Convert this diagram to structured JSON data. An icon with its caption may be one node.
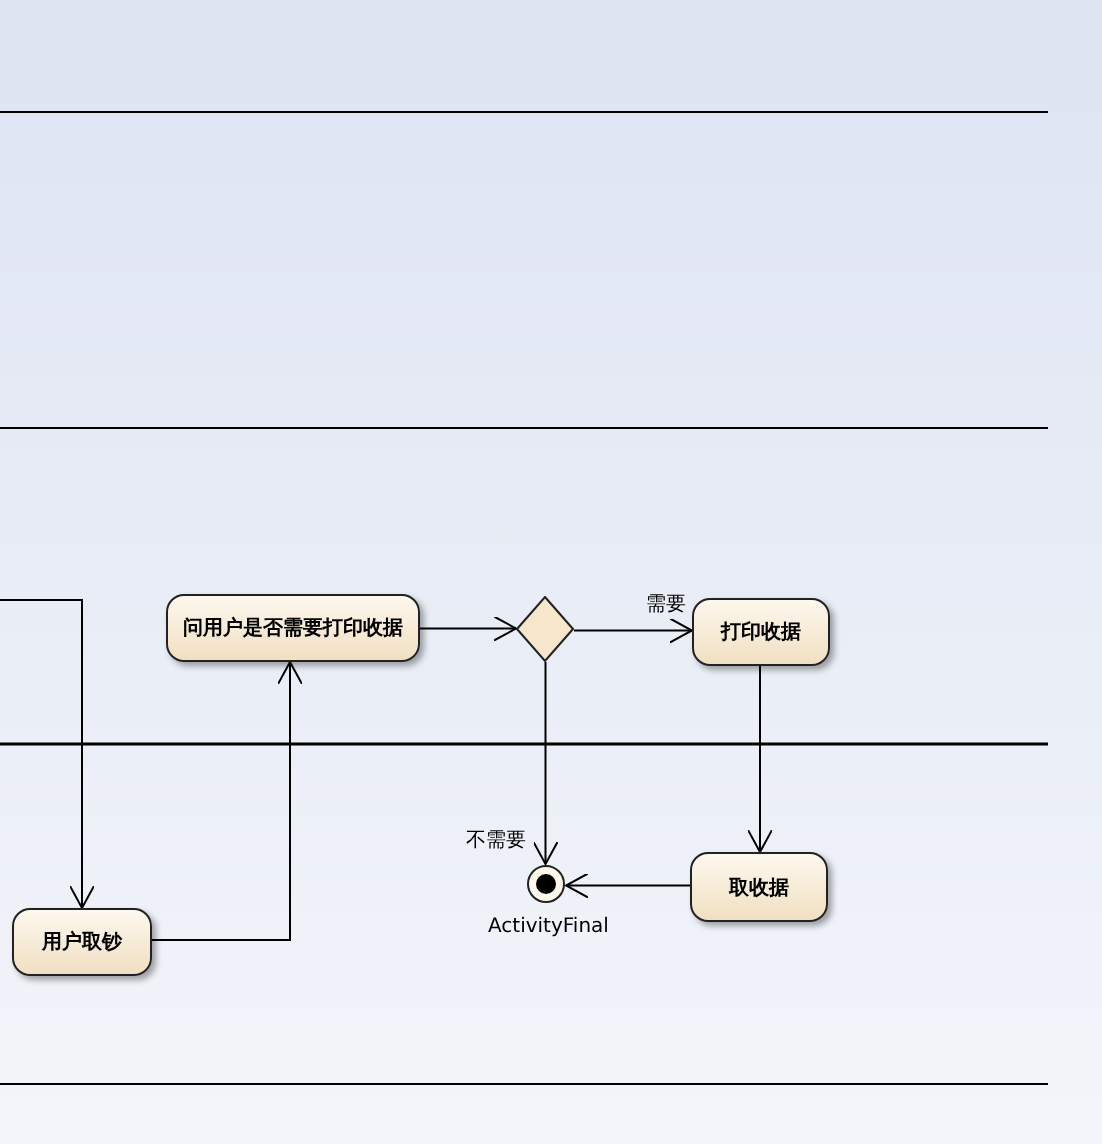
{
  "diagram": {
    "nodes": [
      {
        "text": [
          "问用户是否需要打印收据"
        ]
      },
      {
        "text": [],
        "shape": "diamond"
      },
      {
        "text": [
          "打印收据"
        ]
      },
      {
        "text": [
          "用户取钞"
        ]
      },
      {
        "text": [
          "取收据"
        ]
      },
      {
        "text": [],
        "shape": "circle",
        "beside": [
          "ActivityFinal"
        ]
      }
    ],
    "edges": [
      {
        "from": null,
        "to": 3,
        "arrow": "to"
      },
      {
        "from": 3,
        "to": 0,
        "arrow": "to"
      },
      {
        "from": 0,
        "to": 1,
        "arrow": "to"
      },
      {
        "from": 1,
        "to": 2,
        "arrow": "to",
        "label": "需要"
      },
      {
        "from": 1,
        "to": 5,
        "arrow": "to",
        "label": "不需要"
      },
      {
        "from": 2,
        "to": 4,
        "arrow": "to"
      },
      {
        "from": 4,
        "to": 5,
        "arrow": "to"
      }
    ]
  }
}
